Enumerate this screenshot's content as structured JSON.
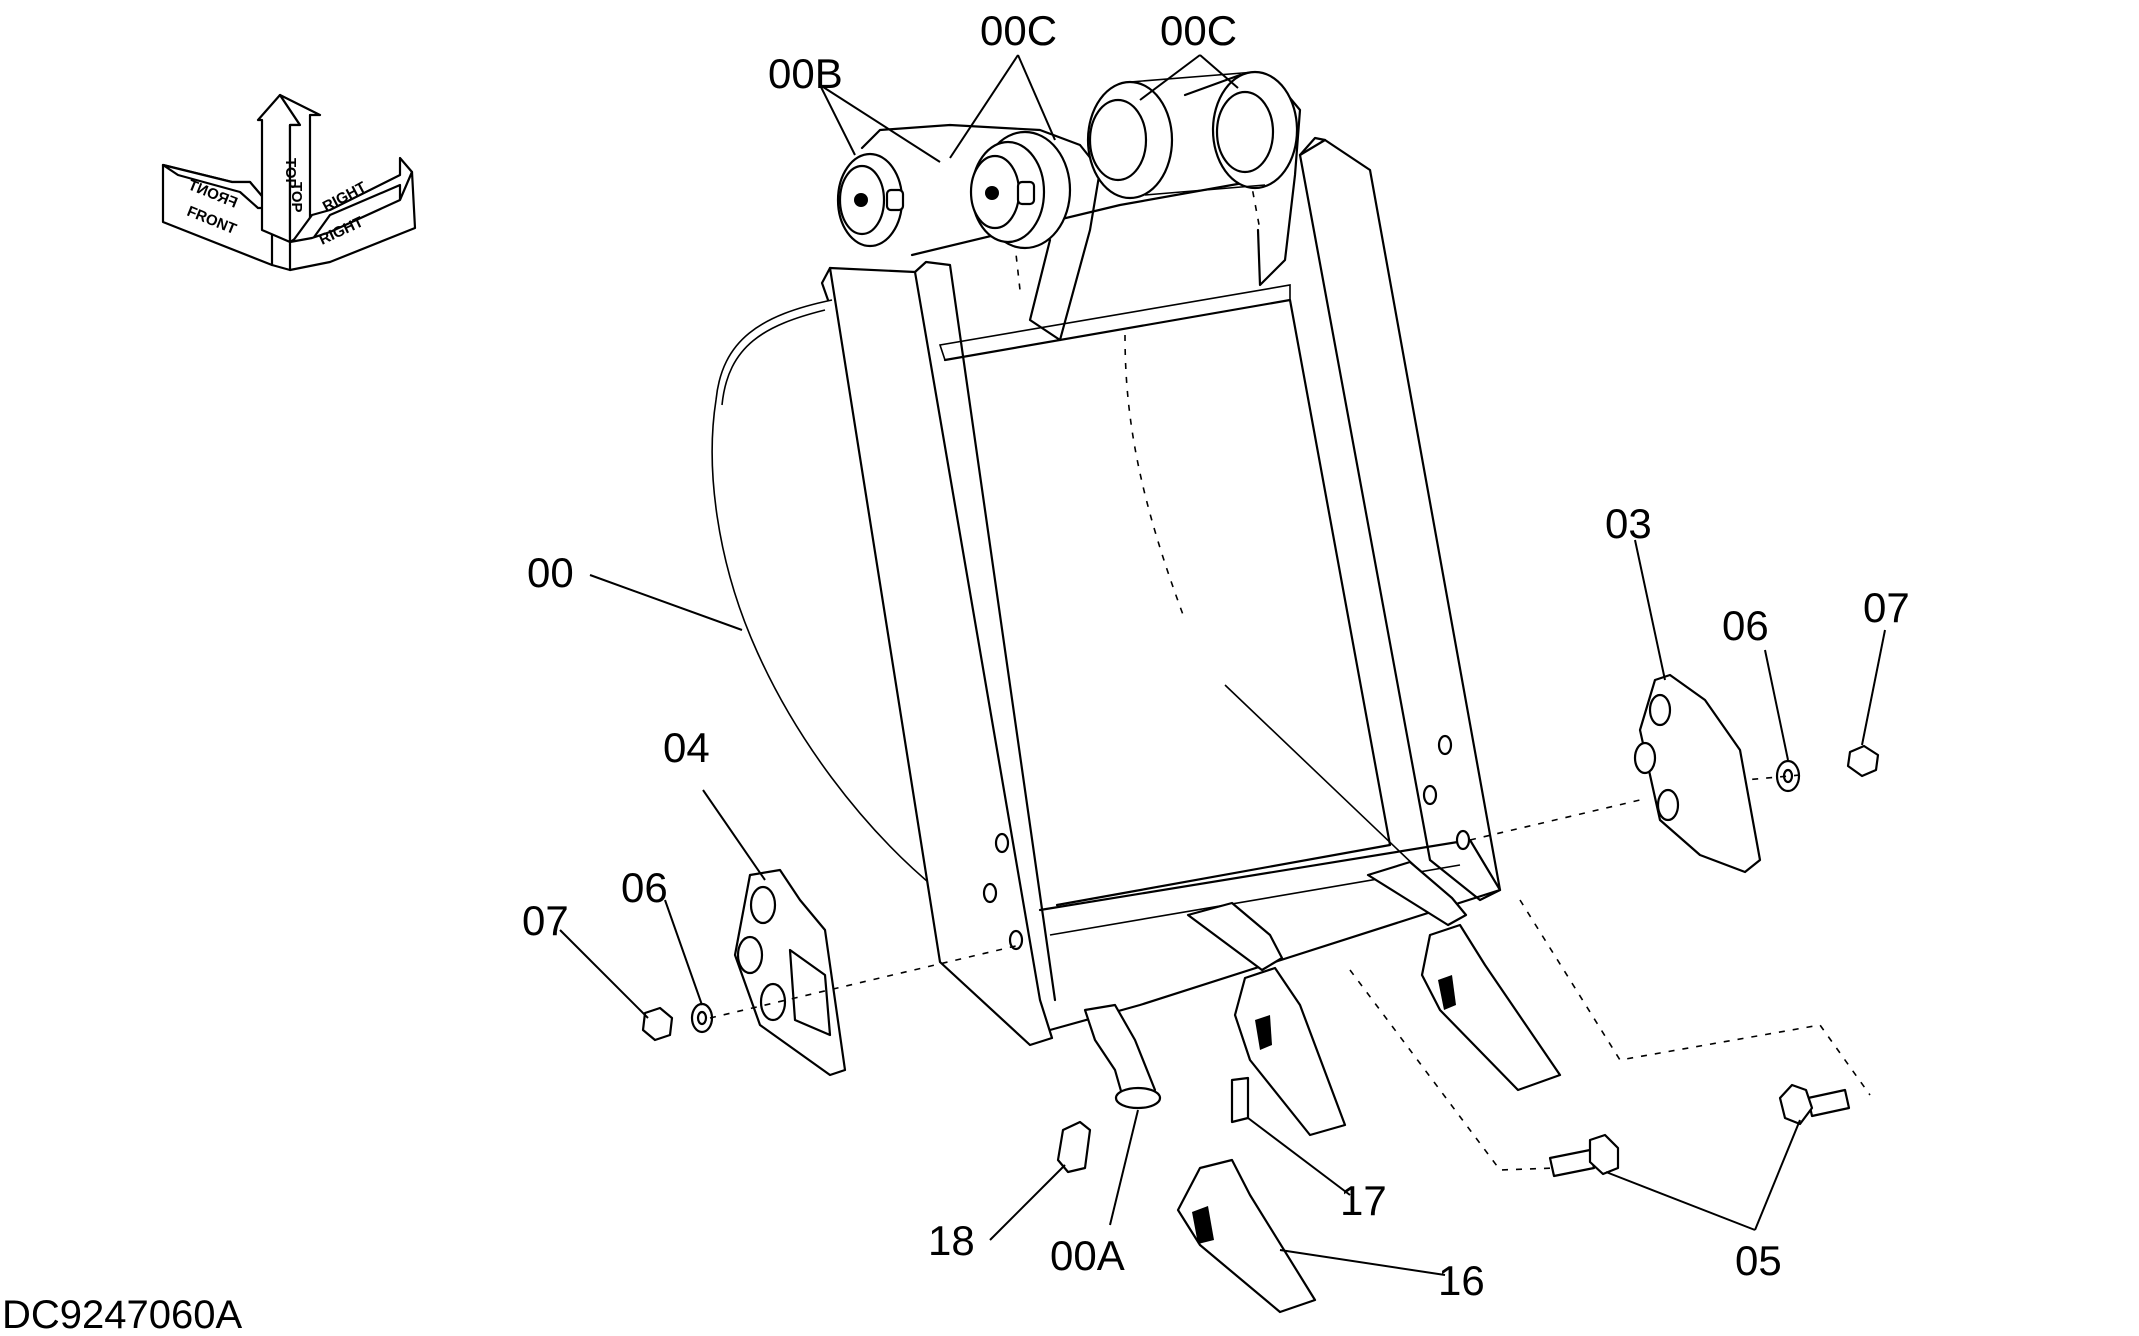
{
  "drawing_code": "DC9247060A",
  "orientation": {
    "front": "FRONT",
    "top": "TOP",
    "right": "RIGHT"
  },
  "callouts": {
    "p00": "00",
    "p00A": "00A",
    "p00B": "00B",
    "p00C_left": "00C",
    "p00C_right": "00C",
    "p03": "03",
    "p04": "04",
    "p05": "05",
    "p06_left": "06",
    "p06_right": "06",
    "p07_left": "07",
    "p07_right": "07",
    "p16": "16",
    "p17": "17",
    "p18": "18"
  }
}
